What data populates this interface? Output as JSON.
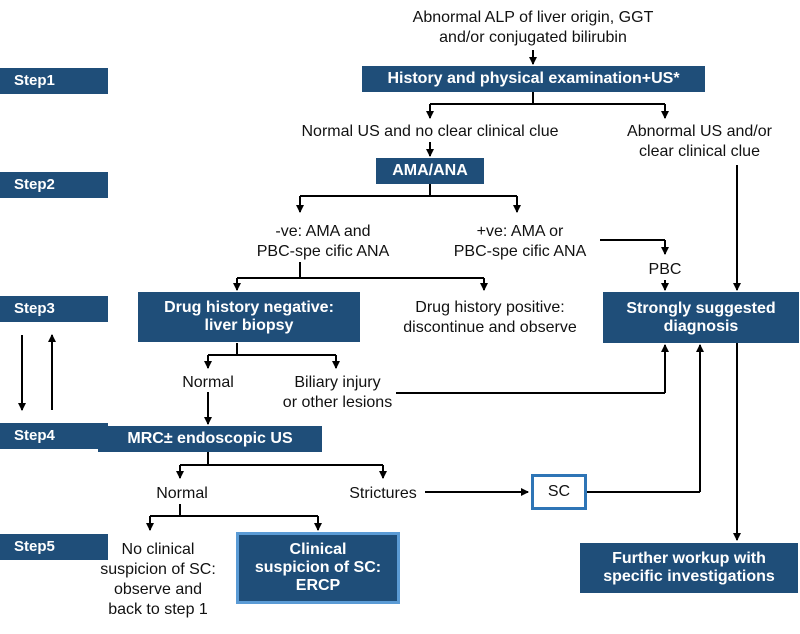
{
  "steps": [
    "Step1",
    "Step2",
    "Step3",
    "Step4",
    "Step5"
  ],
  "nodes": {
    "start": "Abnormal ALP of liver origin, GGT\nand/or conjugated bilirubin",
    "history": "History and physical examination+US*",
    "normal_us": "Normal US and no clear clinical clue",
    "abnormal_us": "Abnormal US and/or\nclear clinical clue",
    "ama_ana": "AMA/ANA",
    "neg": "-ve: AMA and\nPBC-spe cific ANA",
    "pos": "+ve: AMA or\nPBC-spe cific ANA",
    "pbc": "PBC",
    "drug_neg": "Drug history negative:\nliver biopsy",
    "drug_pos": "Drug history positive:\ndiscontinue and observe",
    "strongly": "Strongly suggested\ndiagnosis",
    "normal1": "Normal",
    "biliary": "Biliary injury\nor other lesions",
    "mrc": "MRC± endoscopic US",
    "normal2": "Normal",
    "strictures": "Strictures",
    "sc": "SC",
    "no_suspicion": "No clinical\nsuspicion of SC:\nobserve and\nback to step 1",
    "clinical": "Clinical\nsuspicion of SC:\nERCP",
    "further": "Further workup with\nspecific investigations"
  },
  "colors": {
    "box": "#1f4e79",
    "outline": "#5b9bd5",
    "sc_border": "#2e75b6",
    "line": "#000000"
  }
}
